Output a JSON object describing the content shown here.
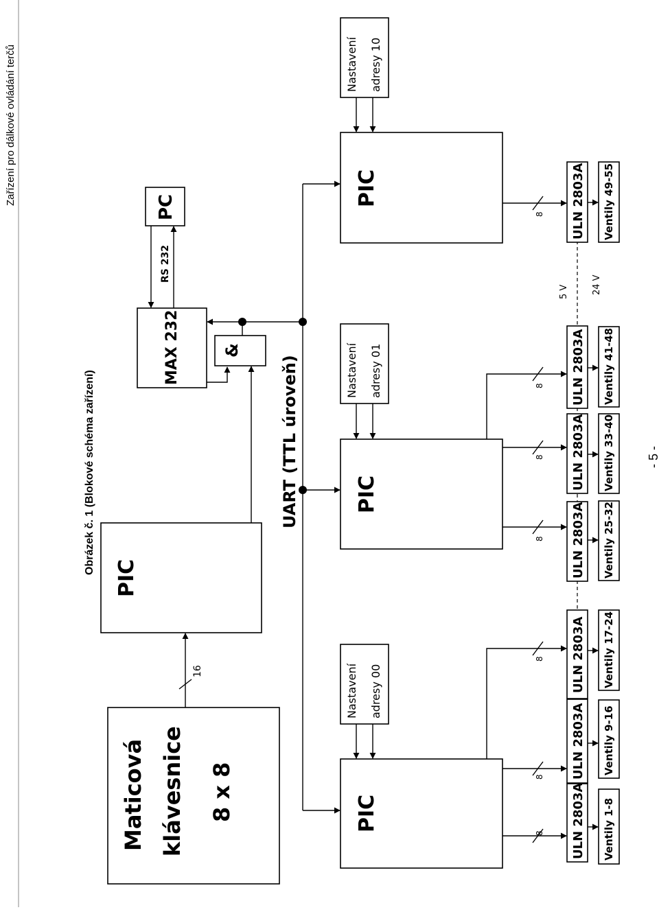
{
  "header": {
    "text": "Zařízení pro dálkové ovládání terčů"
  },
  "caption": "Obrázek č. 1 (Blokové schéma zařízení)",
  "page_number": "- 5 -",
  "keyboard": {
    "line1": "Maticová",
    "line2": "klávesnice",
    "line3": "8 x 8"
  },
  "master_pic": "PIC",
  "bus16_label": "16",
  "and_gate": "&",
  "max232": "MAX 232",
  "rs232": "RS 232",
  "pc": "PC",
  "uart_label": "UART (TTL úroveň)",
  "slave_pic": "PIC",
  "address": {
    "label": "Nastavení",
    "a00": "adresy 00",
    "a01": "adresy 01",
    "a10": "adresy 10"
  },
  "bus8": "8",
  "driver": "ULN 2803A",
  "ventily": {
    "v1": "Ventily 1-8",
    "v2": "Ventily 9-16",
    "v3": "Ventily 17-24",
    "v4": "Ventily 25-32",
    "v5": "Ventily 33-40",
    "v6": "Ventily 41-48",
    "v7": "Ventily 49-55"
  },
  "voltage": {
    "v5": "5 V",
    "v24": "24 V"
  }
}
